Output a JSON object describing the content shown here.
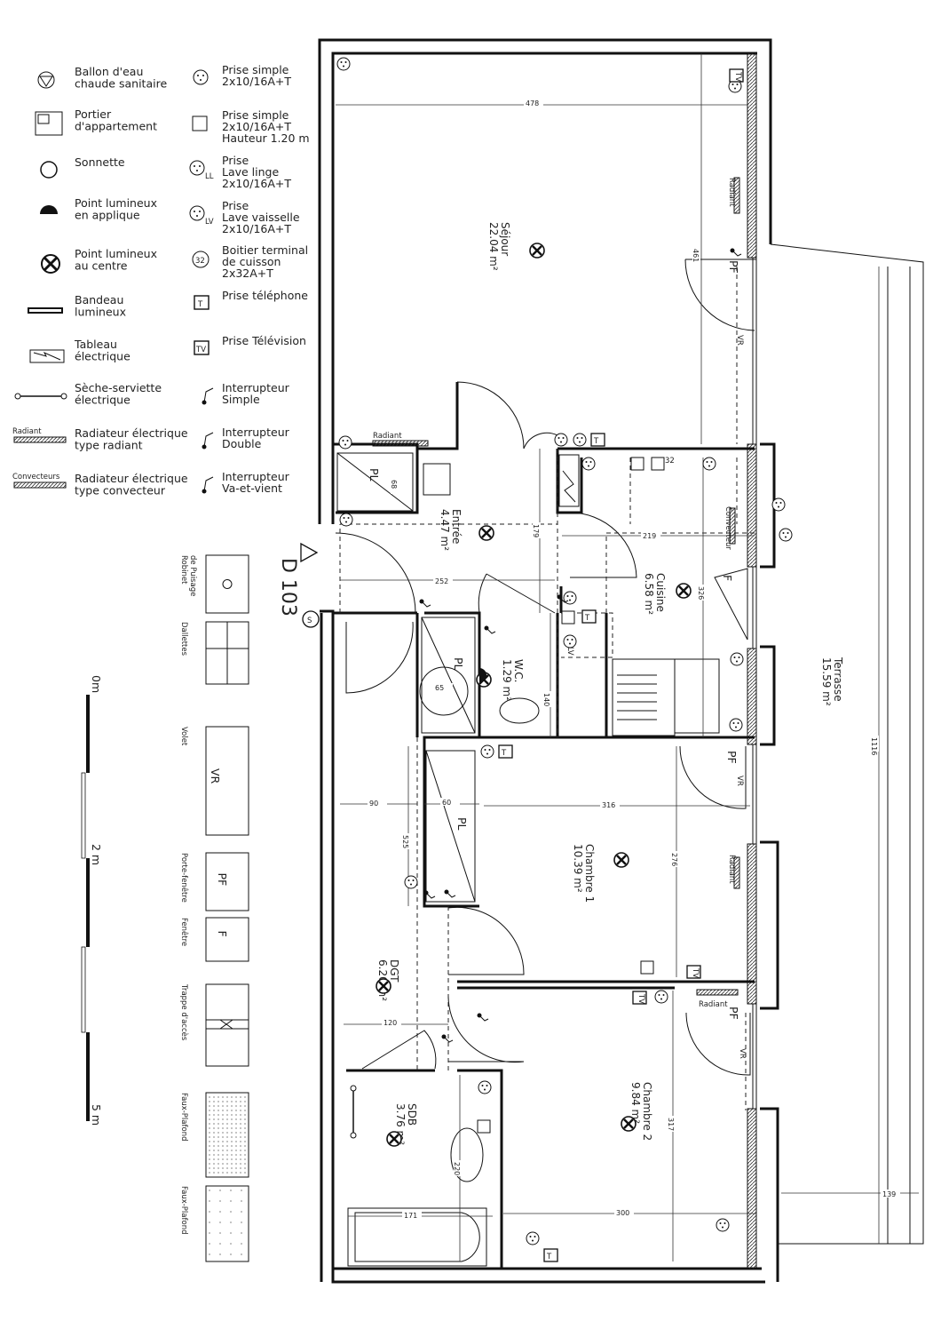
{
  "plan_id": "D 103",
  "legend_left": [
    {
      "icon": "water-heater-icon",
      "lines": [
        "Ballon d'eau",
        "chaude sanitaire"
      ]
    },
    {
      "icon": "intercom-icon",
      "lines": [
        "Portier",
        "d'appartement"
      ]
    },
    {
      "icon": "doorbell-icon",
      "lines": [
        "Sonnette"
      ]
    },
    {
      "icon": "wall-light-icon",
      "lines": [
        "Point lumineux",
        "en applique"
      ]
    },
    {
      "icon": "ceiling-light-icon",
      "lines": [
        "Point lumineux",
        "au centre"
      ]
    },
    {
      "icon": "light-strip-icon",
      "lines": [
        "Bandeau",
        "lumineux"
      ]
    },
    {
      "icon": "electrical-panel-icon",
      "lines": [
        "Tableau",
        "électrique"
      ]
    },
    {
      "icon": "towel-dryer-icon",
      "lines": [
        "Sèche-serviette",
        "électrique"
      ]
    },
    {
      "icon": "radiant-heater-icon",
      "tag": "Radiant",
      "lines": [
        "Radiateur électrique",
        "type radiant"
      ]
    },
    {
      "icon": "convector-heater-icon",
      "tag": "Convecteurs",
      "lines": [
        "Radiateur électrique",
        "type convecteur"
      ]
    }
  ],
  "legend_right": [
    {
      "icon": "outlet-icon",
      "lines": [
        "Prise simple",
        "2x10/16A+T"
      ]
    },
    {
      "icon": "outlet-high-icon",
      "lines": [
        "Prise simple",
        "2x10/16A+T",
        "Hauteur 1.20 m"
      ]
    },
    {
      "icon": "washing-machine-outlet-icon",
      "tag": "LL",
      "lines": [
        "Prise",
        "Lave linge",
        "2x10/16A+T"
      ]
    },
    {
      "icon": "dishwasher-outlet-icon",
      "tag": "LV",
      "lines": [
        "Prise",
        "Lave vaisselle",
        "2x10/16A+T"
      ]
    },
    {
      "icon": "cooker-terminal-icon",
      "tag": "32",
      "lines": [
        "Boitier terminal",
        "de cuisson",
        "2x32A+T"
      ]
    },
    {
      "icon": "phone-outlet-icon",
      "tag": "T",
      "lines": [
        "Prise téléphone"
      ]
    },
    {
      "icon": "tv-outlet-icon",
      "tag": "TV",
      "lines": [
        "Prise Télévision"
      ]
    },
    {
      "icon": "single-switch-icon",
      "lines": [
        "Interrupteur",
        "Simple"
      ]
    },
    {
      "icon": "double-switch-icon",
      "lines": [
        "Interrupteur",
        "Double"
      ]
    },
    {
      "icon": "two-way-switch-icon",
      "lines": [
        "Interrupteur",
        "Va-et-vient"
      ]
    }
  ],
  "legend_bottom": [
    {
      "lines": [
        "Robinet",
        "de Puisage"
      ]
    },
    {
      "lines": [
        "Dallettes"
      ]
    },
    {
      "lines": [
        "Volet"
      ],
      "tag": "VR"
    },
    {
      "lines": [
        "Porte-fenêtre"
      ],
      "tag": "PF"
    },
    {
      "lines": [
        "Fenêtre"
      ],
      "tag": "F"
    },
    {
      "lines": [
        "Trappe d'accès"
      ]
    },
    {
      "lines": [
        "Faux-Plafond"
      ]
    },
    {
      "lines": [
        "Faux-Plafond"
      ]
    }
  ],
  "scale": {
    "labels": [
      "0m",
      "2 m",
      "5 m"
    ]
  },
  "rooms": [
    {
      "name": "Séjour",
      "area": "22.04 m²"
    },
    {
      "name": "Entrée",
      "area": "4.47 m²"
    },
    {
      "name": "Cuisine",
      "area": "6.58 m²"
    },
    {
      "name": "W.C.",
      "area": "1.29 m²"
    },
    {
      "name": "Chambre 1",
      "area": "10.39 m²"
    },
    {
      "name": "DGT",
      "area": "6.20 m²"
    },
    {
      "name": "SDB",
      "area": "3.76 m²"
    },
    {
      "name": "Chambre 2",
      "area": "9.84 m²"
    },
    {
      "name": "Terrasse",
      "area": "15.59 m²"
    }
  ],
  "dimensions": [
    "478",
    "461",
    "179",
    "252",
    "219",
    "326",
    "140",
    "90",
    "60",
    "316",
    "276",
    "525",
    "120",
    "220",
    "171",
    "300",
    "317",
    "1116",
    "139",
    "65",
    "68"
  ],
  "markers": {
    "pf": "PF",
    "f": "F",
    "vr": "VR",
    "pl": "PL",
    "radiant": "Radiant",
    "convecteur": "Convecteur",
    "tv": "TV",
    "t": "T",
    "lv": "LV",
    "c32": "32",
    "s": "S"
  }
}
